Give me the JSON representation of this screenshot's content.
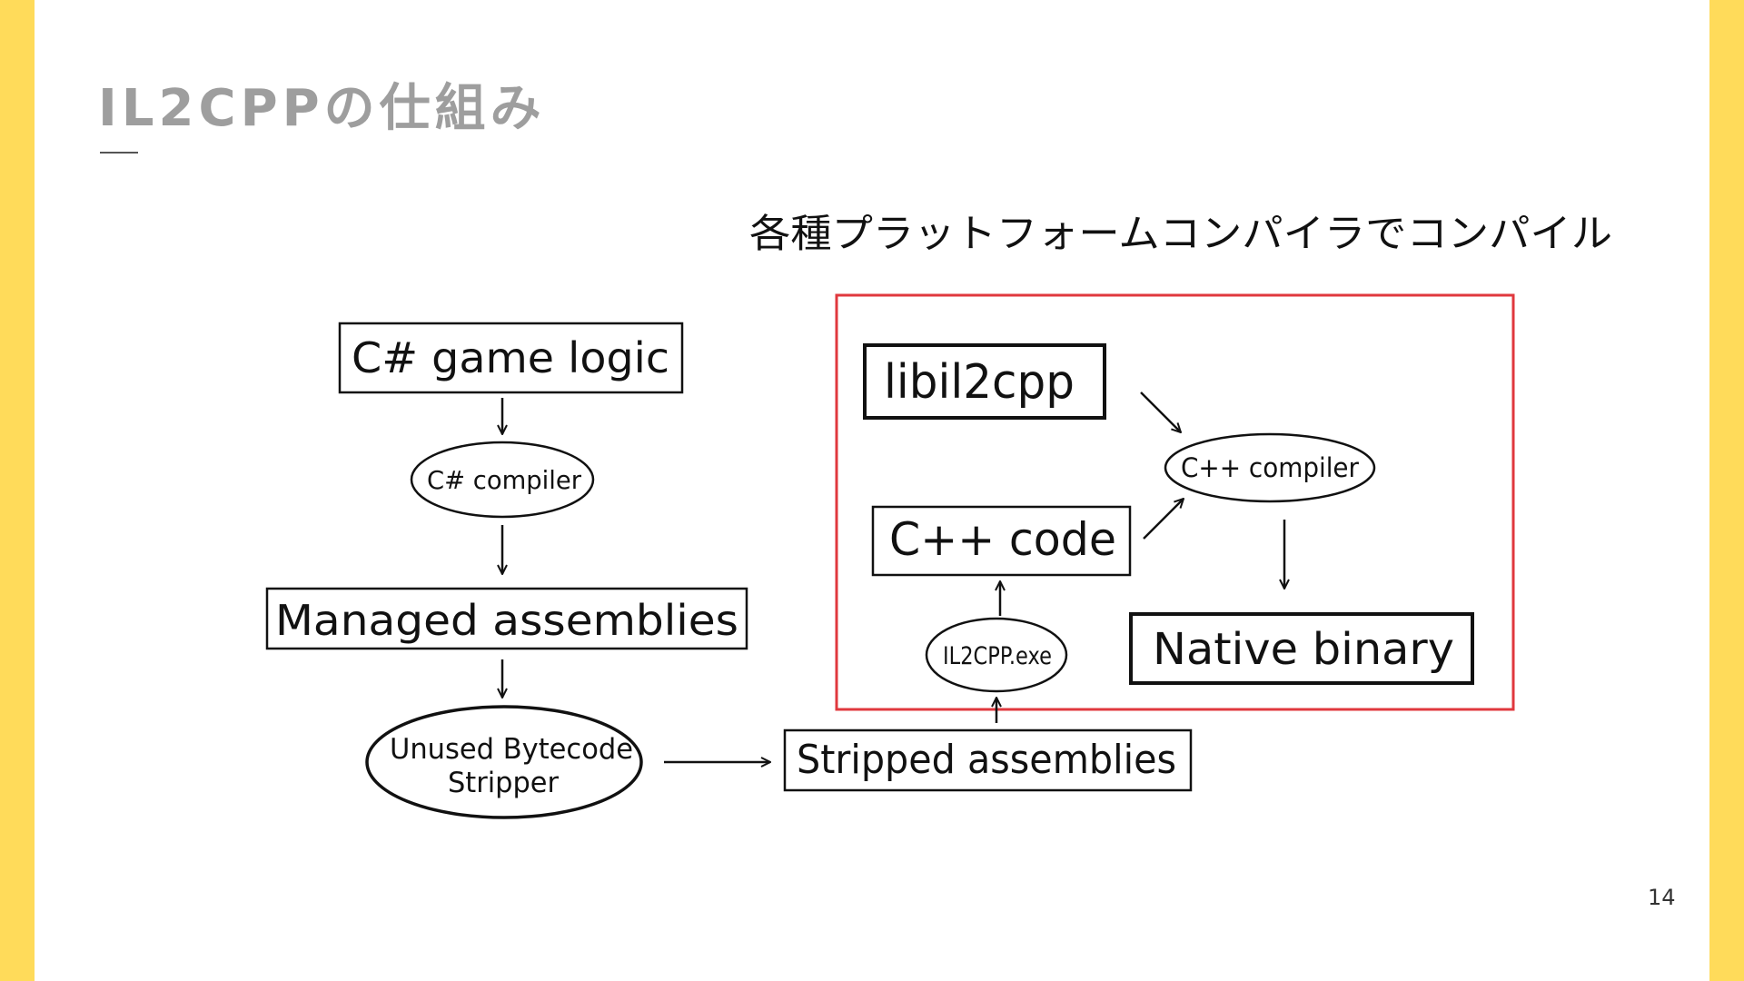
{
  "colors": {
    "side_bar": "#FFDB5A",
    "title": "#9E9E9E",
    "highlight_frame": "#E0383E",
    "ink": "#111111"
  },
  "slide": {
    "title": "IL2CPPの仕組み",
    "page_number": "14"
  },
  "diagram": {
    "caption": "各種プラットフォームコンパイラでコンパイル",
    "nodes": {
      "csharp_game_logic": "C# game logic",
      "csharp_compiler": "C# compiler",
      "managed_assemblies": "Managed assemblies",
      "stripper_line1": "Unused Bytecode",
      "stripper_line2": "Stripper",
      "stripped_assemblies": "Stripped assemblies",
      "il2cpp_exe": "IL2CPP.exe",
      "cpp_code": "C++ code",
      "libil2cpp": "libil2cpp",
      "cpp_compiler": "C++ compiler",
      "native_binary": "Native binary"
    }
  }
}
